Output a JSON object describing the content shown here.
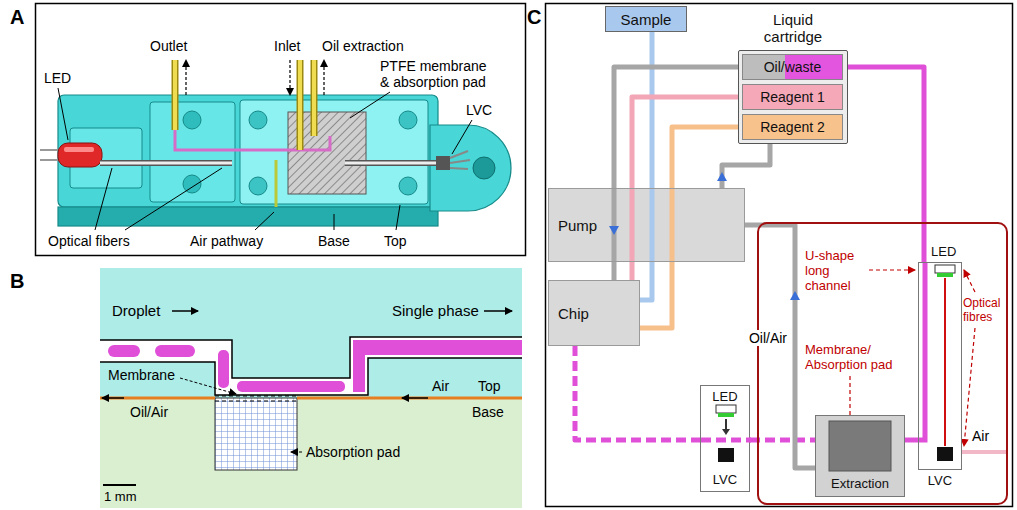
{
  "diagram": {
    "nodes": [
      {
        "text": [
          "Sample"
        ]
      },
      {
        "text": [
          "Liquid cartridge"
        ]
      },
      {
        "text": [
          "Oil/waste"
        ],
        "in": 1
      },
      {
        "text": [
          "Reagent 1"
        ],
        "in": 1
      },
      {
        "text": [
          "Reagent 2"
        ],
        "in": 1
      },
      {
        "text": [
          "Pump"
        ]
      },
      {
        "text": [
          "Chip"
        ]
      },
      {
        "text": [
          "LED",
          "LVC"
        ]
      },
      {
        "text": [
          "U-shape long channel",
          "Membrane/ Absorption pad",
          "Optical fibres"
        ]
      },
      {
        "text": [
          "Extraction"
        ],
        "in": 8
      },
      {
        "text": [
          "LED",
          "LVC"
        ],
        "in": 8
      }
    ],
    "edges": [
      {
        "from": 0,
        "to": 6,
        "arrow": "none"
      },
      {
        "from": 3,
        "to": 6,
        "arrow": "none"
      },
      {
        "from": 4,
        "to": 6,
        "arrow": "none"
      },
      {
        "from": 2,
        "to": 6,
        "arrow": "none"
      },
      {
        "from": 6,
        "to": 7,
        "arrow": "none"
      },
      {
        "from": 7,
        "to": 9,
        "arrow": "none"
      },
      {
        "from": 9,
        "to": 10,
        "arrow": "none"
      },
      {
        "from": 10,
        "to": 2,
        "arrow": "none"
      },
      {
        "from": 9,
        "to": 5,
        "label": "Oil/Air",
        "arrow": "none"
      },
      {
        "from": 5,
        "to": 1,
        "arrow": "none"
      }
    ],
    "labels": [
      "A",
      "Outlet",
      "Inlet",
      "Oil extraction",
      "LED",
      "PTFE membrane & absorption pad",
      "LVC",
      "Optical fibers",
      "Air pathway",
      "Base",
      "Top",
      "B",
      "Droplet",
      "Single phase",
      "Membrane",
      "Oil/Air",
      "Air",
      "Top",
      "Base",
      "Absorption pad",
      "1 mm",
      "C",
      "Air"
    ]
  }
}
